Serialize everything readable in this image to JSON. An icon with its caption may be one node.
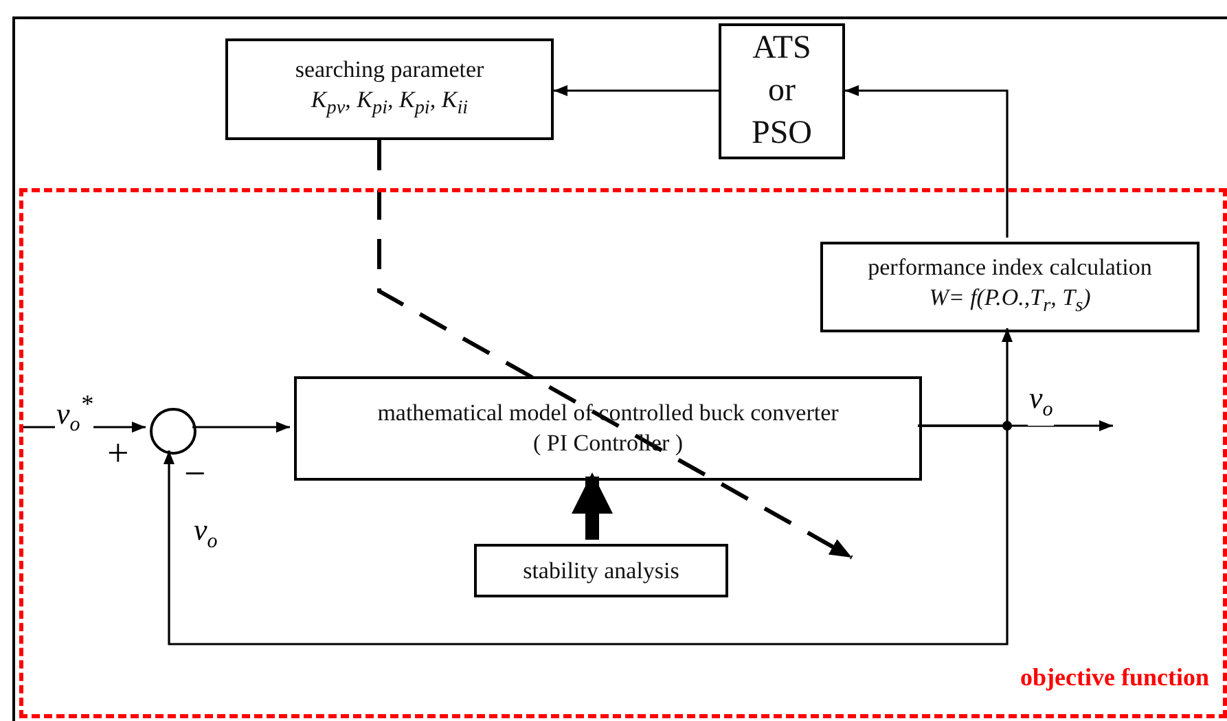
{
  "diagram": {
    "nodes": [
      {
        "text": [
          "searching parameter",
          "K$_{pv}$, K$_{pi}$, K$_{pi}$, K$_{ii}$"
        ]
      },
      {
        "text": [
          "ATS or PSO"
        ]
      },
      {
        "text": [
          "objective function"
        ]
      },
      {
        "text": [
          "performance index calculation",
          "W= f(P.O.,T$_{r}$, T$_{s}$)"
        ],
        "in": 2
      },
      {
        "text": [],
        "shape": "circle",
        "in": 2
      },
      {
        "text": [
          "mathematical model of controlled buck converter ( PI Controller )"
        ],
        "in": 2
      },
      {
        "text": [
          "stability analysis"
        ],
        "in": 2
      }
    ],
    "edges": [
      {
        "from": null,
        "to": 4,
        "arrow": "to",
        "label": "v$_{o}$$^{*}$"
      },
      {
        "from": 4,
        "to": 5,
        "arrow": "to"
      },
      {
        "from": 5,
        "to": null,
        "arrow": "to",
        "label": "v$_{o}$"
      },
      {
        "from": 5,
        "to": 3,
        "arrow": "to"
      },
      {
        "from": 3,
        "to": 1,
        "arrow": "to"
      },
      {
        "from": 1,
        "to": 0,
        "arrow": "to"
      },
      {
        "from": 5,
        "to": 4,
        "arrow": "to",
        "label": "v$_{o}$"
      },
      {
        "from": 6,
        "to": 5,
        "arrow": "to",
        "style": "thick"
      },
      {
        "from": 0,
        "to": null,
        "arrow": "to",
        "style": "dashed"
      }
    ],
    "labels": [
      "+",
      "−"
    ]
  }
}
